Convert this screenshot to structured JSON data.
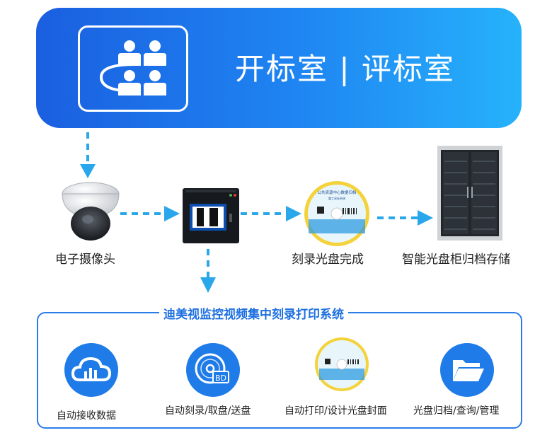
{
  "banner": {
    "title": "开标室 | 评标室",
    "icon": "meeting-room-icon"
  },
  "flow": [
    {
      "label": "电子摄像头",
      "icon": "dome-camera-icon"
    },
    {
      "label": "",
      "icon": "burner-device-icon"
    },
    {
      "label": "刻录光盘完成",
      "icon": "disc-icon"
    },
    {
      "label": "智能光盘柜归档存储",
      "icon": "disc-cabinet-icon"
    }
  ],
  "disc": {
    "title": "公共资源中心数据归档",
    "subtitle": "重工采标系统"
  },
  "system": {
    "title": "迪美视监控视频集中刻录打印系统",
    "features": [
      {
        "label": "自动接收数据",
        "icon": "cloud-chart-icon"
      },
      {
        "label": "自动刻录/取盘/送盘",
        "icon": "bd-disc-icon",
        "badge": "BD"
      },
      {
        "label": "自动打印/设计光盘封面",
        "icon": "printed-disc-icon"
      },
      {
        "label": "光盘归档/查询/管理",
        "icon": "folder-icon"
      }
    ]
  },
  "colors": {
    "banner_start": "#1a5fe0",
    "banner_end": "#26b2fb",
    "accent": "#1e7be8",
    "arrow": "#29a7ea"
  }
}
